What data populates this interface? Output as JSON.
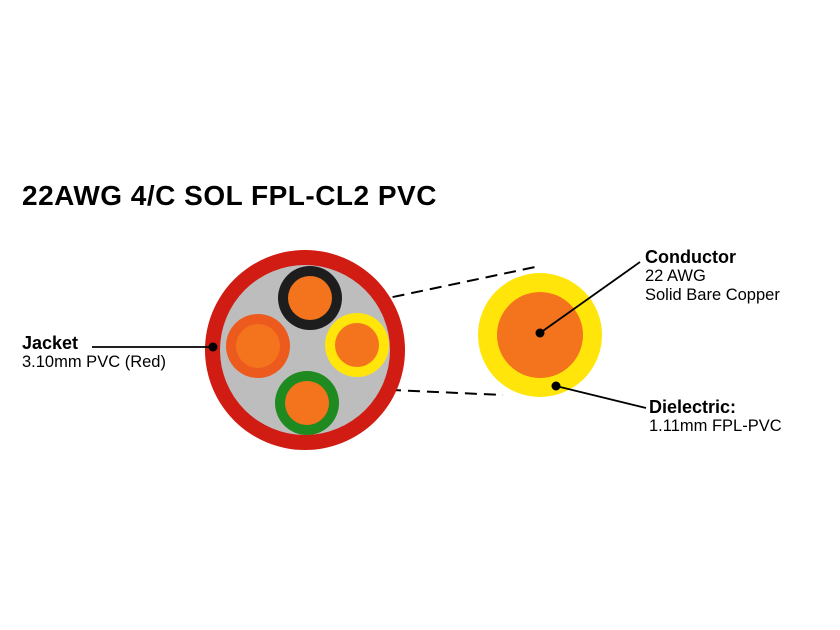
{
  "title": "22AWG 4/C SOL FPL-CL2 PVC",
  "callouts": {
    "jacket": {
      "heading": "Jacket",
      "line1": "3.10mm PVC (Red)"
    },
    "conductor": {
      "heading": "Conductor",
      "line1": "22 AWG",
      "line2": "Solid Bare Copper"
    },
    "dielectric": {
      "heading": "Dielectric:",
      "line1": "1.11mm FPL-PVC"
    }
  },
  "colors": {
    "jacket_red": "#d01c12",
    "filler_gray": "#bdbdbd",
    "copper_orange": "#f4731d",
    "insulation_black": "#1d1d1d",
    "insulation_orange": "#ec5a1e",
    "insulation_yellow": "#ffe50a",
    "insulation_green": "#1f8a1f",
    "dielectric_yellow": "#ffe50a",
    "pointer_black": "#000000"
  }
}
